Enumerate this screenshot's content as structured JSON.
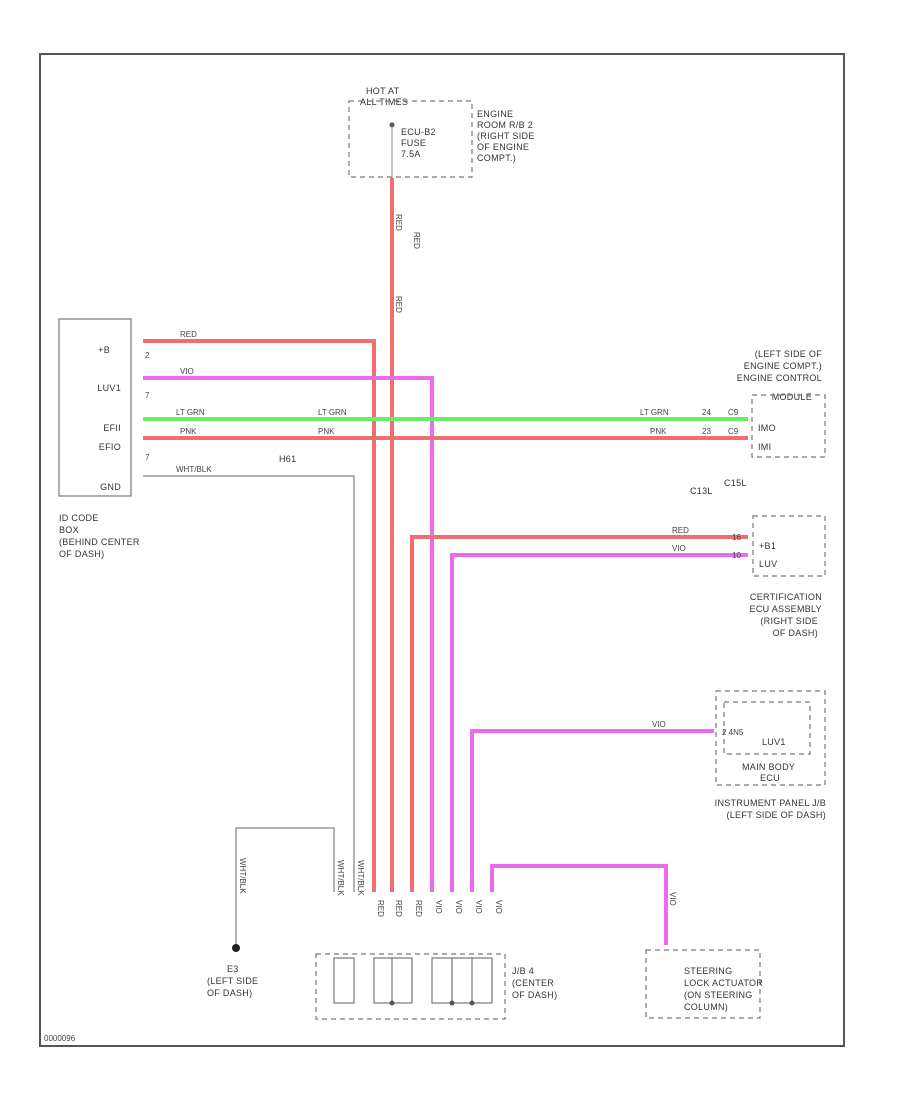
{
  "colors": {
    "red_wire": "#f26d6d",
    "pink_wire": "#ea6cea",
    "green_wire": "#66ee66",
    "gray_wire": "#9a9a9a",
    "frame": "#555555"
  },
  "fuse_block": {
    "hot_label_1": "HOT AT",
    "hot_label_2": "ALL TIMES",
    "fuse_name_1": "ECU-B2",
    "fuse_name_2": "FUSE",
    "fuse_rating": "7.5A",
    "location": [
      "ENGINE",
      "ROOM R/B 2",
      "(RIGHT SIDE",
      "OF ENGINE",
      "COMPT.)"
    ]
  },
  "wire_colors": {
    "red": "RED",
    "pink": "PNK",
    "lt_grn": "LT GRN",
    "violet": "VIO",
    "wht_blk": "WHT/BLK"
  },
  "id_ecu": {
    "pins": [
      "+B",
      "LUV1",
      "EFII",
      "EFIO",
      "GND"
    ],
    "pin_numbers": [
      "2",
      "7",
      "7"
    ],
    "caption": [
      "ID CODE",
      "BOX",
      "(BEHIND CENTER",
      "OF DASH)"
    ]
  },
  "jc_label": "H61",
  "ecm": {
    "caption": [
      "(LEFT SIDE OF",
      "ENGINE COMPT.)",
      "ENGINE CONTROL",
      "MODULE"
    ],
    "pins": [
      "IMO",
      "IMI"
    ],
    "pin_numbers": [
      "24",
      "23"
    ],
    "connectors": [
      "C9",
      "C9"
    ],
    "conn_codes": [
      "C13L",
      "C15L"
    ]
  },
  "cert_ecu": {
    "pins": [
      "+B1",
      "LUV"
    ],
    "pin_numbers": [
      "16",
      "10"
    ],
    "caption": [
      "CERTIFICATION",
      "ECU ASSEMBLY",
      "(RIGHT SIDE",
      "OF DASH)"
    ]
  },
  "ipjb": {
    "pin_label": "LUV1",
    "connector": "2 4N5",
    "inner_label": "MAIN BODY",
    "inner_label_2": "ECU",
    "caption": [
      "INSTRUMENT PANEL J/B",
      "(LEFT SIDE OF DASH)"
    ]
  },
  "ground": {
    "name": "E3",
    "caption": [
      "(LEFT SIDE",
      "OF DASH)"
    ]
  },
  "jb4": {
    "caption": [
      "J/B 4",
      "(CENTER",
      "OF DASH)"
    ]
  },
  "steering": {
    "caption": [
      "STEERING",
      "LOCK ACTUATOR",
      "(ON STEERING",
      "COLUMN)"
    ]
  },
  "footer_code": "0000096"
}
